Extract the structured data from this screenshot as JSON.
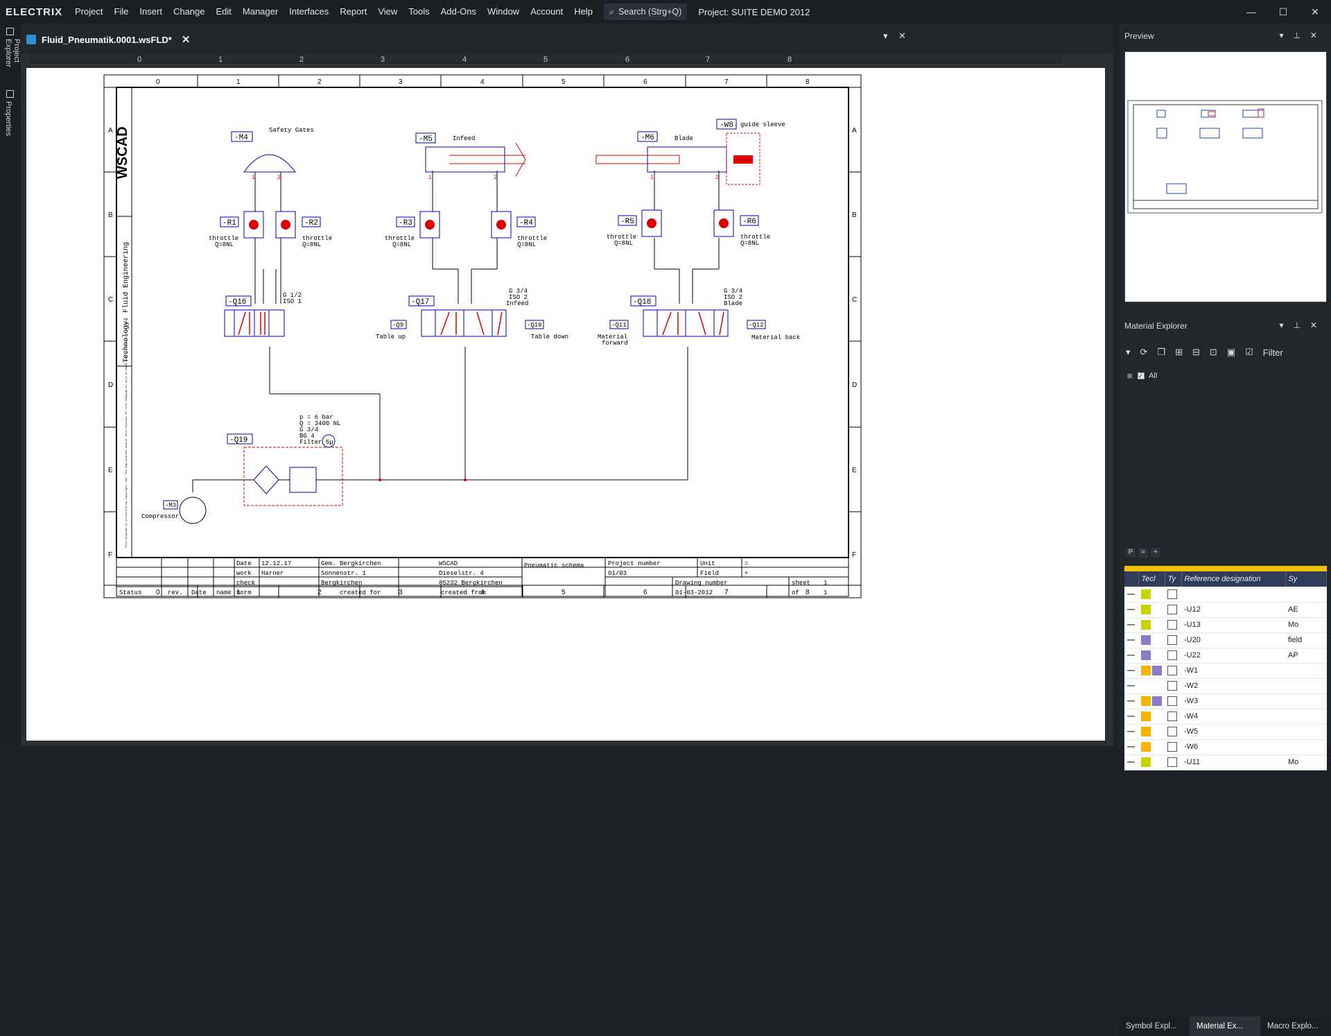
{
  "app": {
    "logo": "ELECTRIX",
    "search": "Search (Strg+Q)",
    "project": "Project: SUITE DEMO 2012"
  },
  "menu": [
    "Project",
    "File",
    "Insert",
    "Change",
    "Edit",
    "Manager",
    "Interfaces",
    "Report",
    "View",
    "Tools",
    "Add-Ons",
    "Window",
    "Account",
    "Help"
  ],
  "window_controls": [
    "—",
    "☐",
    "✕"
  ],
  "left_tabs": {
    "project_explorer": "Project Explorer",
    "properties": "Properties"
  },
  "doc_tab": {
    "title": "Fluid_Pneumatik.0001.wsFLD*"
  },
  "columns": [
    "0",
    "1",
    "2",
    "3",
    "4",
    "5",
    "6",
    "7",
    "8"
  ],
  "rows": [
    "A",
    "B",
    "C",
    "D",
    "E",
    "F"
  ],
  "drawing": {
    "side_title": "Technology:   Fluid Engineering",
    "brand": "WSCAD",
    "copyright": "This diagram is protected by copyright law. The duplication and/or distribution of this diagram is only allowed with permission from WSCAD.",
    "labels": {
      "m4": "-M4",
      "m4_desc": "Safety Gates",
      "m5": "-M5",
      "m5_desc": "Infeed",
      "m6": "-M6",
      "m6_desc": "Blade",
      "w8": "-W8",
      "w8_desc": "guide sleeve",
      "r1": "-R1",
      "r2": "-R2",
      "r3": "-R3",
      "r4": "-R4",
      "r5": "-R5",
      "r6": "-R6",
      "throttle": "throttle",
      "flow": "Q=8NL",
      "q16": "-Q16",
      "q16_a": "G 1/2",
      "q16_b": "ISO 1",
      "q17": "-Q17",
      "q17_a": "G 3/4",
      "q17_b": "ISO 2",
      "q17_c": "Infeed",
      "q18": "-Q18",
      "q18_a": "G 3/4",
      "q18_b": "ISO 2",
      "q18_c": "Blade",
      "q9": "-Q9",
      "q10": "-Q10",
      "q11": "-Q11",
      "q12": "-Q12",
      "table_up": "Table up",
      "table_down": "Table down",
      "material_forward_1": "Material",
      "material_forward_2": "forward",
      "material_back": "Material back",
      "q19": "-Q19",
      "p1": "p = 6 bar",
      "p2": "Q = 3400 NL",
      "p3": "G 3/4",
      "p4": "BG 4",
      "p5": "Filter 5µ",
      "m3": "-M3",
      "compressor": "Compressor"
    },
    "title_block": {
      "date_label": "Date",
      "date": "12.12.17",
      "work_label": "work",
      "work": "Harner",
      "check_label": "check",
      "norm_label": "norm",
      "status": "Status",
      "rev": "rev.",
      "date2": "Date",
      "name": "name",
      "customer1": "Gem. Bergkirchen",
      "customer2": "Sonnenstr. 1",
      "customer3": "Bergkirchen",
      "created_for": "created for",
      "company1": "WSCAD",
      "company2": "Dieselstr. 4",
      "company3": "85232 Bergkirchen",
      "created_from": "created from",
      "schema": "Pneumatic schema",
      "project_number_label": "Project number",
      "project_number": "01/03",
      "unit_label": "Unit",
      "unit": "=",
      "field_label": "Field",
      "field": "+",
      "drawing_number_label": "Drawing number",
      "drawing_number": "01-03-2012",
      "sheet_label": "sheet",
      "sheet": "1",
      "of_label": "of",
      "of": "1"
    }
  },
  "preview": {
    "title": "Preview"
  },
  "material_explorer": {
    "title": "Material Explorer",
    "filter": "Filter",
    "tree_root": "All",
    "headers": [
      "Tecl",
      "Ty",
      "Reference designation",
      "Sy"
    ],
    "rows": [
      {
        "ref": "",
        "sy": "",
        "c1": "#c8d400",
        "c2": ""
      },
      {
        "ref": "-U12",
        "sy": "AE",
        "c1": "#c8d400",
        "c2": ""
      },
      {
        "ref": "-U13",
        "sy": "Mo",
        "c1": "#c8d400",
        "c2": ""
      },
      {
        "ref": "-U20",
        "sy": "field",
        "c1": "#8d7ac9",
        "c2": ""
      },
      {
        "ref": "-U22",
        "sy": "AP",
        "c1": "#8d7ac9",
        "c2": ""
      },
      {
        "ref": "-W1",
        "sy": "",
        "c1": "#f5b400",
        "c2": "#8d7ac9"
      },
      {
        "ref": "-W2",
        "sy": "",
        "c1": "",
        "c2": ""
      },
      {
        "ref": "-W3",
        "sy": "",
        "c1": "#f5b400",
        "c2": "#8d7ac9"
      },
      {
        "ref": "-W4",
        "sy": "",
        "c1": "#f5b400",
        "c2": ""
      },
      {
        "ref": "-W5",
        "sy": "",
        "c1": "#f5b400",
        "c2": ""
      },
      {
        "ref": "-W6",
        "sy": "",
        "c1": "#f5b400",
        "c2": ""
      },
      {
        "ref": "-U11",
        "sy": "Mo",
        "c1": "#c8d400",
        "c2": ""
      }
    ]
  },
  "bottom_tabs": [
    "Symbol Expl...",
    "Material Ex...",
    "Macro Explo..."
  ]
}
